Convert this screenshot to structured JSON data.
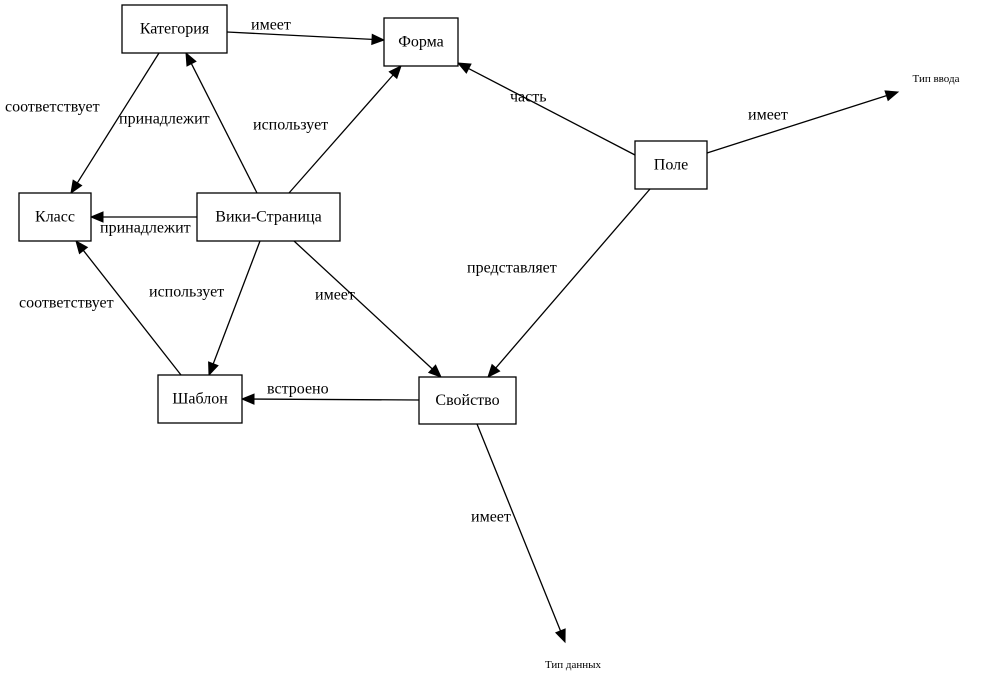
{
  "diagram": {
    "type": "directed-graph",
    "nodes": [
      {
        "id": "category",
        "label": "Категория",
        "shape": "box"
      },
      {
        "id": "form",
        "label": "Форма",
        "shape": "box"
      },
      {
        "id": "class",
        "label": "Класс",
        "shape": "box"
      },
      {
        "id": "wikipage",
        "label": "Вики-Страница",
        "shape": "box"
      },
      {
        "id": "field",
        "label": "Поле",
        "shape": "box"
      },
      {
        "id": "template",
        "label": "Шаблон",
        "shape": "box"
      },
      {
        "id": "property",
        "label": "Свойство",
        "shape": "box"
      },
      {
        "id": "input_type",
        "label": "Тип ввода",
        "shape": "plaintext"
      },
      {
        "id": "data_type",
        "label": "Тип данных",
        "shape": "plaintext"
      }
    ],
    "edges": [
      {
        "from": "category",
        "to": "form",
        "label": "имеет"
      },
      {
        "from": "category",
        "to": "class",
        "label": "соответствует"
      },
      {
        "from": "wikipage",
        "to": "category",
        "label": "принадлежит"
      },
      {
        "from": "wikipage",
        "to": "form",
        "label": "использует"
      },
      {
        "from": "wikipage",
        "to": "class",
        "label": "принадлежит"
      },
      {
        "from": "wikipage",
        "to": "template",
        "label": "использует"
      },
      {
        "from": "wikipage",
        "to": "property",
        "label": "имеет"
      },
      {
        "from": "template",
        "to": "class",
        "label": "соответствует"
      },
      {
        "from": "property",
        "to": "template",
        "label": "встроено"
      },
      {
        "from": "field",
        "to": "form",
        "label": "часть"
      },
      {
        "from": "field",
        "to": "input_type",
        "label": "имеет"
      },
      {
        "from": "field",
        "to": "property",
        "label": "представляет"
      },
      {
        "from": "property",
        "to": "data_type",
        "label": "имеет"
      }
    ]
  }
}
